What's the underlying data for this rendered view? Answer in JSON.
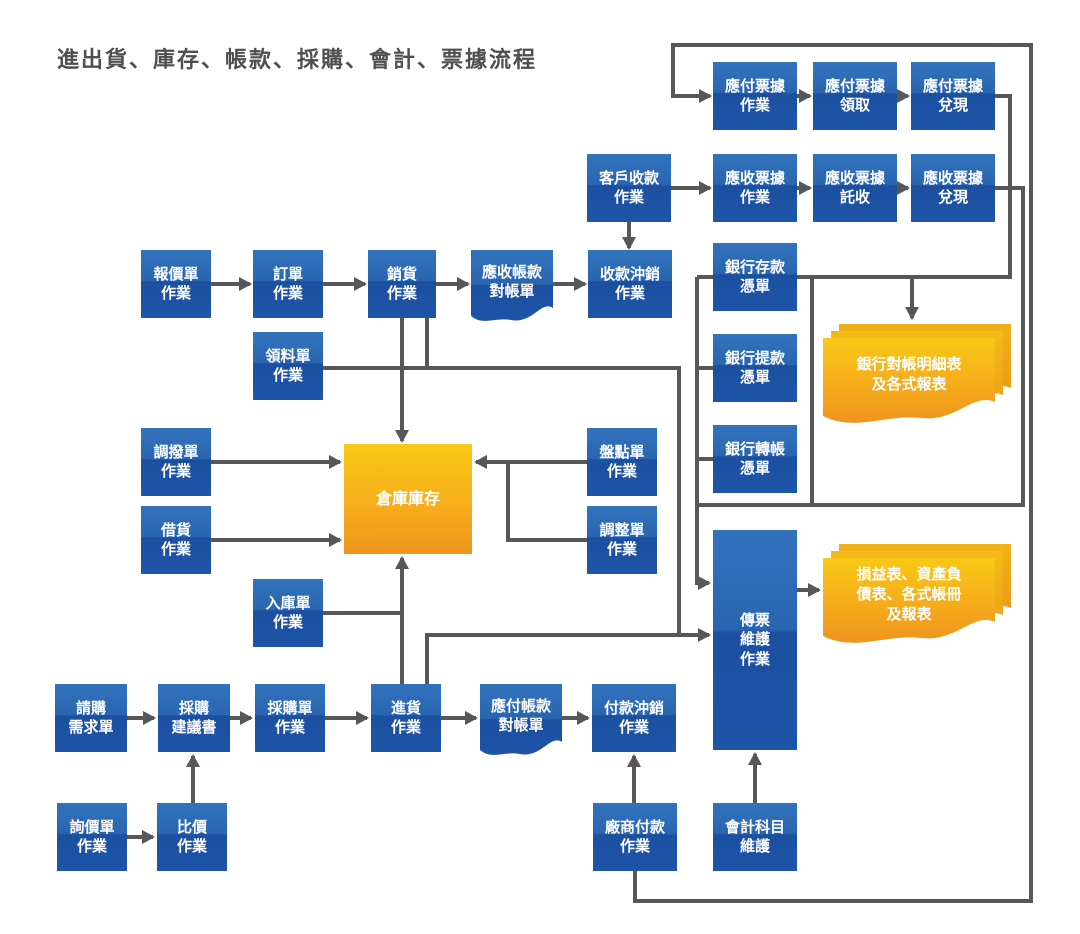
{
  "title": "進出貨、庫存、帳款、採購、會計、票據流程",
  "colors": {
    "box_blue_top": "#3273bd",
    "box_blue_bottom": "#1e55a8",
    "box_orange_top": "#f9c816",
    "box_orange_bottom": "#ef941f",
    "connector_gray": "#57575a",
    "title_gray": "#4f4f52",
    "text_white": "#ffffff"
  },
  "nodes": {
    "ap_note_op": "應付票據\n作業",
    "ap_note_collect": "應付票據\n領取",
    "ap_note_cash": "應付票據\n兌現",
    "cust_receipt": "客戶收款\n作業",
    "ar_note_op": "應收票據\n作業",
    "ar_note_consign": "應收票據\n託收",
    "ar_note_cash": "應收票據\n兌現",
    "quote": "報價單\n作業",
    "order": "訂單\n作業",
    "sales": "銷貨\n作業",
    "ar_statement": "應收帳款\n對帳單",
    "receipt_writeoff": "收款沖銷\n作業",
    "material_req": "領料單\n作業",
    "transfer": "調撥單\n作業",
    "borrow": "借貨\n作業",
    "warehouse": "倉庫庫存",
    "stocktake": "盤點單\n作業",
    "adjust": "調整單\n作業",
    "inbound": "入庫單\n作業",
    "bank_deposit": "銀行存款\n憑單",
    "bank_withdraw": "銀行提款\n憑單",
    "bank_transfer": "銀行轉帳\n憑單",
    "bank_report": "銀行對帳明細表\n及各式報表",
    "voucher": "傳票\n維護\n作業",
    "fin_report": "損益表、資產負\n債表、各式帳冊\n及報表",
    "pr": "請購\n需求單",
    "pur_suggest": "採購\n建議書",
    "po": "採購單\n作業",
    "receiving": "進貨\n作業",
    "ap_statement": "應付帳款\n對帳單",
    "payment_writeoff": "付款沖銷\n作業",
    "inquiry": "詢價單\n作業",
    "compare": "比價\n作業",
    "vendor_payment": "廠商付款\n作業",
    "coa": "會計科目\n維護"
  },
  "edges": [
    {
      "from": "quote",
      "to": "order"
    },
    {
      "from": "order",
      "to": "sales"
    },
    {
      "from": "sales",
      "to": "ar_statement"
    },
    {
      "from": "ar_statement",
      "to": "receipt_writeoff"
    },
    {
      "from": "cust_receipt",
      "to": "receipt_writeoff"
    },
    {
      "from": "cust_receipt",
      "to": "ar_note_op"
    },
    {
      "from": "ap_note_op",
      "to": "ap_note_collect"
    },
    {
      "from": "ap_note_collect",
      "to": "ap_note_cash"
    },
    {
      "from": "ar_note_op",
      "to": "ar_note_consign"
    },
    {
      "from": "ar_note_consign",
      "to": "ar_note_cash"
    },
    {
      "from": "ap_note_cash",
      "to": "bank_deposit"
    },
    {
      "from": "ap_note_cash",
      "to": "bank_report"
    },
    {
      "from": "ar_note_cash",
      "to": "voucher"
    },
    {
      "from": "bank_deposit",
      "to": "voucher"
    },
    {
      "from": "bank_withdraw",
      "to": "voucher"
    },
    {
      "from": "bank_transfer",
      "to": "voucher"
    },
    {
      "from": "sales",
      "to": "warehouse"
    },
    {
      "from": "sales",
      "to": "voucher"
    },
    {
      "from": "material_req",
      "to": "voucher"
    },
    {
      "from": "transfer",
      "to": "warehouse"
    },
    {
      "from": "borrow",
      "to": "warehouse"
    },
    {
      "from": "stocktake",
      "to": "warehouse"
    },
    {
      "from": "adjust",
      "to": "warehouse"
    },
    {
      "from": "inbound",
      "to": "warehouse"
    },
    {
      "from": "receiving",
      "to": "warehouse"
    },
    {
      "from": "receiving",
      "to": "voucher"
    },
    {
      "from": "pr",
      "to": "pur_suggest"
    },
    {
      "from": "pur_suggest",
      "to": "po"
    },
    {
      "from": "po",
      "to": "receiving"
    },
    {
      "from": "receiving",
      "to": "ap_statement"
    },
    {
      "from": "ap_statement",
      "to": "payment_writeoff"
    },
    {
      "from": "inquiry",
      "to": "compare"
    },
    {
      "from": "compare",
      "to": "pur_suggest"
    },
    {
      "from": "vendor_payment",
      "to": "payment_writeoff"
    },
    {
      "from": "vendor_payment",
      "to": "ap_note_op"
    },
    {
      "from": "coa",
      "to": "voucher"
    },
    {
      "from": "voucher",
      "to": "fin_report"
    }
  ]
}
